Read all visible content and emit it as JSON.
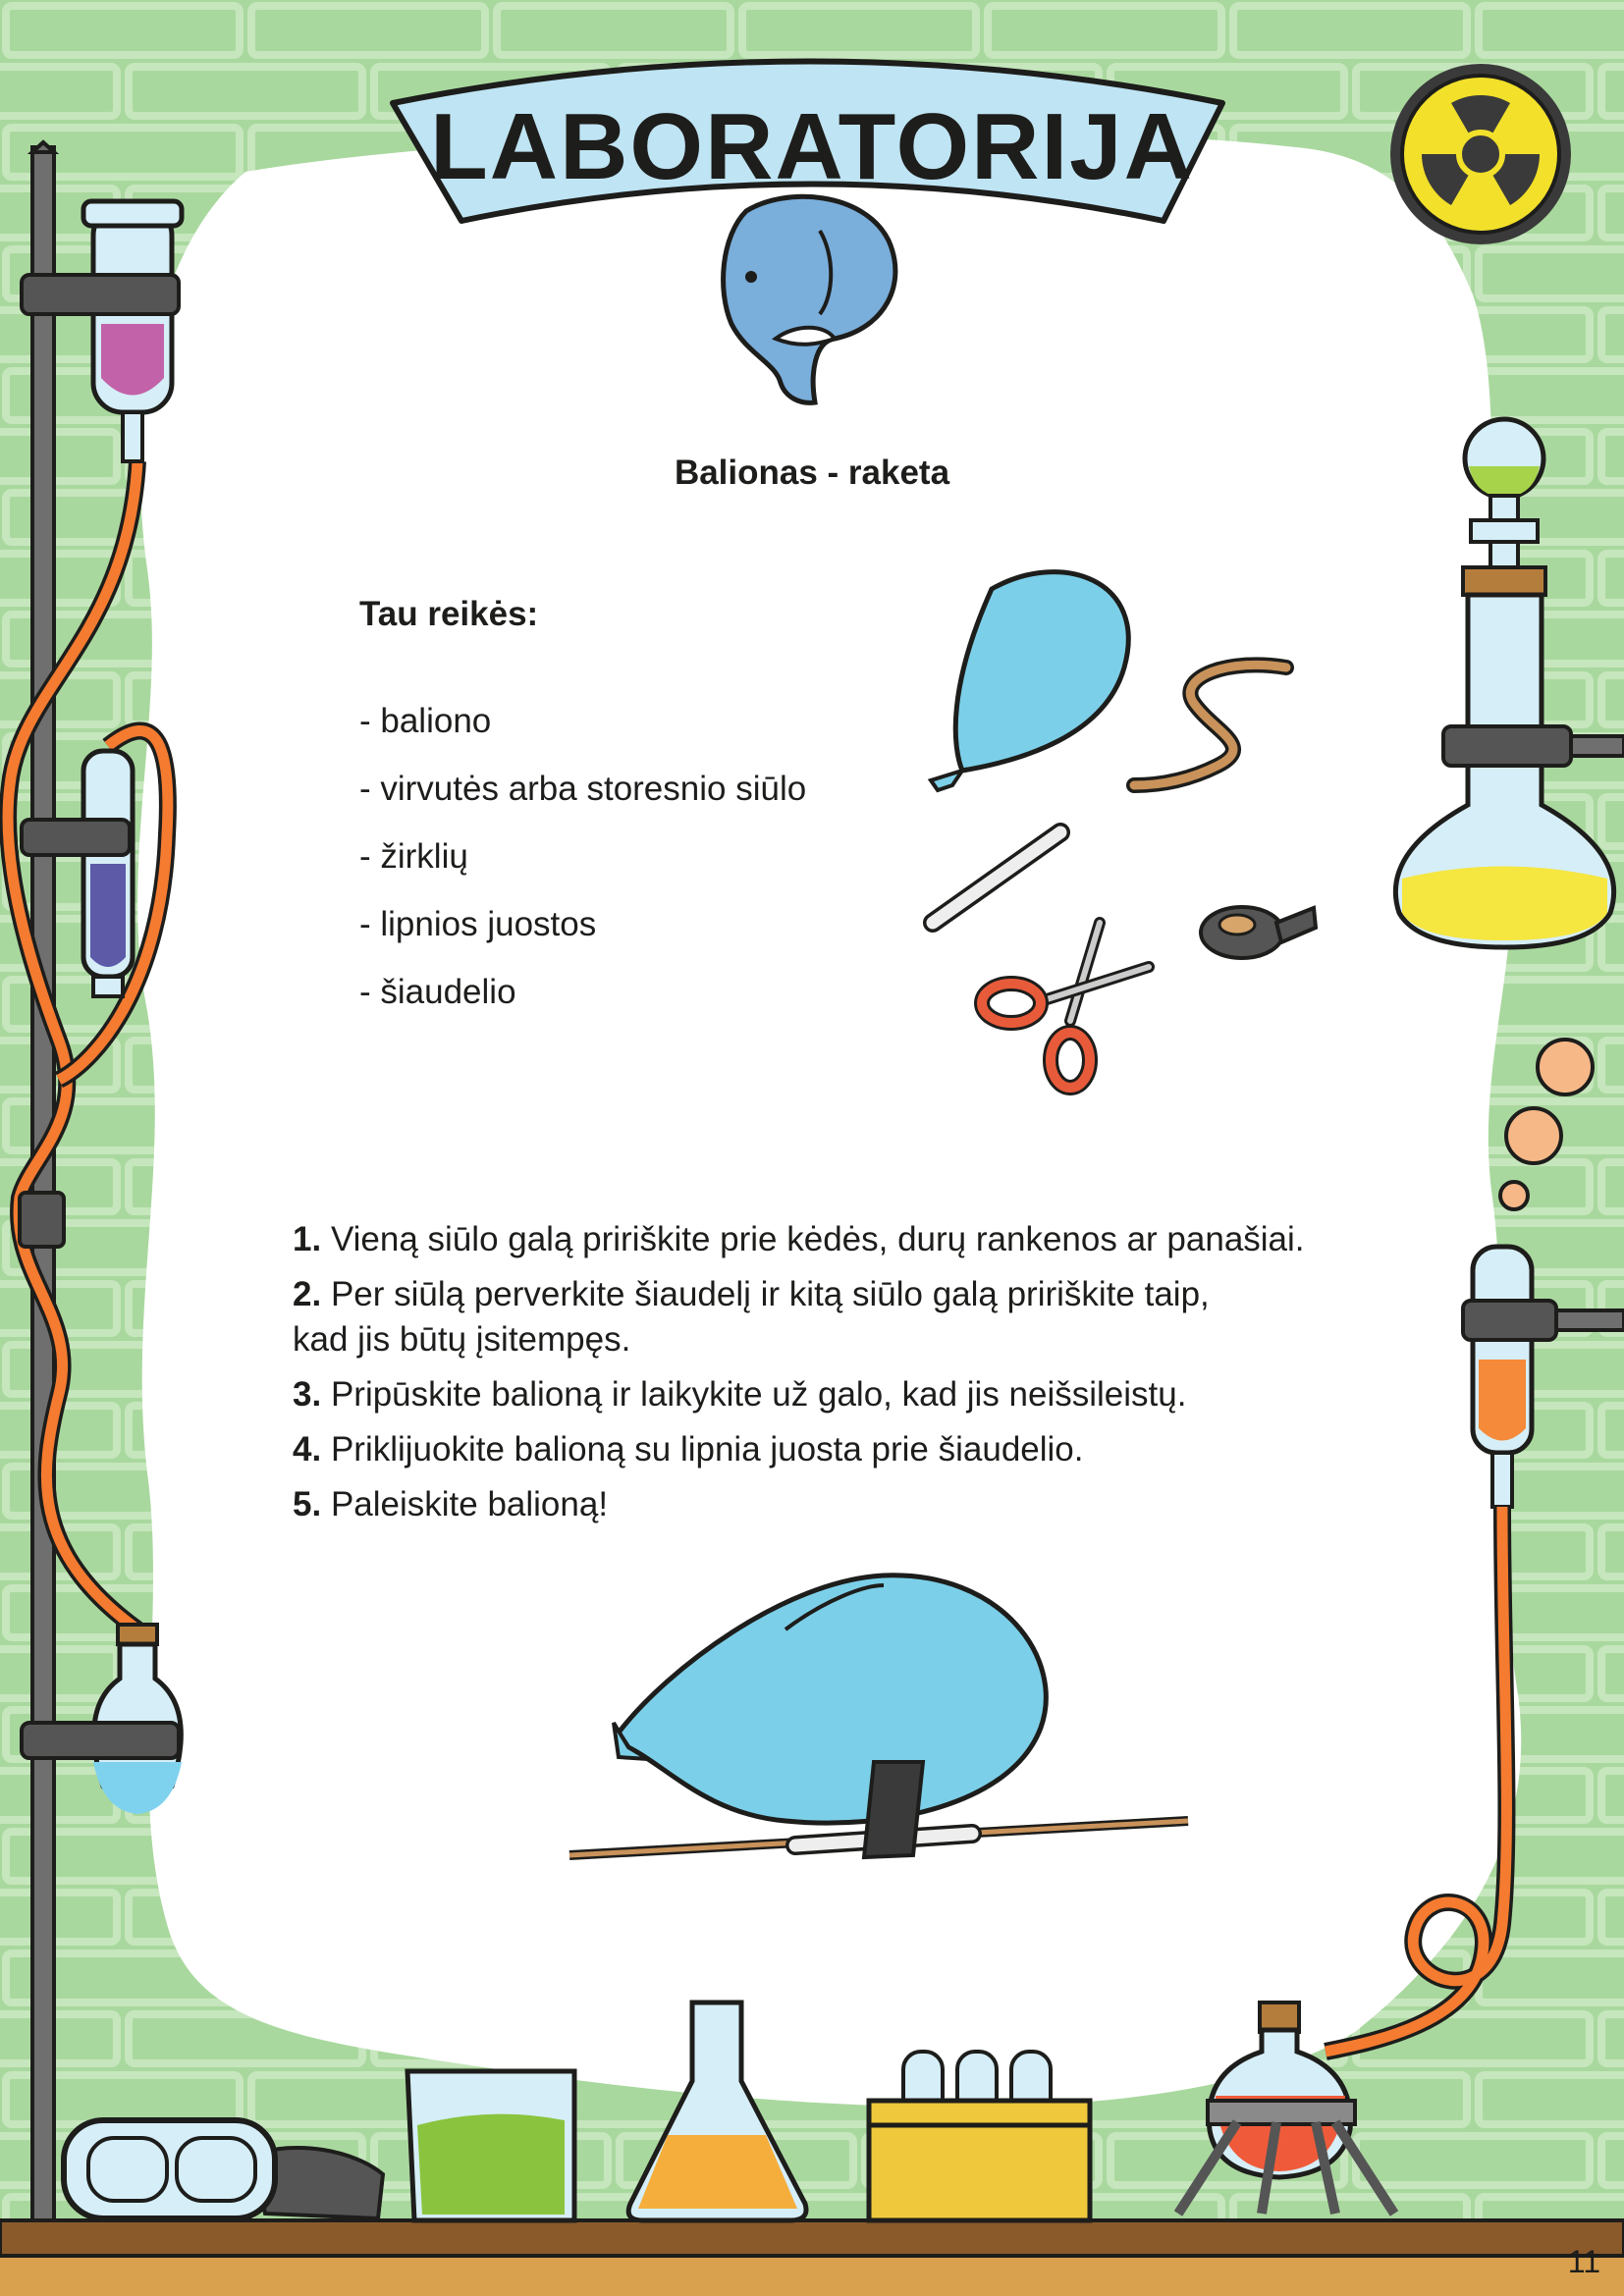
{
  "header": {
    "title": "LABORATORIJA"
  },
  "activity": {
    "title": "Balionas - raketa",
    "needs_label": "Tau reikės:",
    "needs": [
      "- baliono",
      "- virvutės arba storesnio siūlo",
      "- žirklių",
      "- lipnios juostos",
      "- šiaudelio"
    ],
    "steps": [
      {
        "num": "1.",
        "text": "Vieną siūlo galą pririškite prie kėdės, durų rankenos ar panašiai."
      },
      {
        "num": "2.",
        "text": "Per siūlą perverkite šiaudelį ir kitą siūlo galą pririškite taip, kad jis būtų įsitempęs."
      },
      {
        "num": "3.",
        "text": "Pripūskite balioną ir laikykite už galo, kad jis neišsileistų."
      },
      {
        "num": "4.",
        "text": "Priklijuokite balioną su lipnia juosta prie šiaudelio."
      },
      {
        "num": "5.",
        "text": "Paleiskite balioną!"
      }
    ]
  },
  "footer": {
    "page_number": "11"
  },
  "icons": {
    "radiation": "radiation-icon",
    "elephant": "elephant-balloon-icon",
    "balloon": "balloon-icon",
    "string": "string-icon",
    "straw": "straw-icon",
    "tape": "tape-icon",
    "scissors": "scissors-icon",
    "goggles": "goggles-icon",
    "beaker": "beaker-icon",
    "flask": "flask-icon",
    "test_tubes": "test-tubes-icon",
    "burner_flask": "burner-flask-icon"
  },
  "colors": {
    "background_green": "#a9d89e",
    "tile_line": "#c9e8c0",
    "banner_blue": "#bfe4f3",
    "balloon_blue": "#7ccfe8",
    "tube_orange": "#f47b30",
    "shelf_brown": "#8b5a2b",
    "shelf_tan": "#d9a04d",
    "radiation_yellow": "#f2e02a"
  }
}
